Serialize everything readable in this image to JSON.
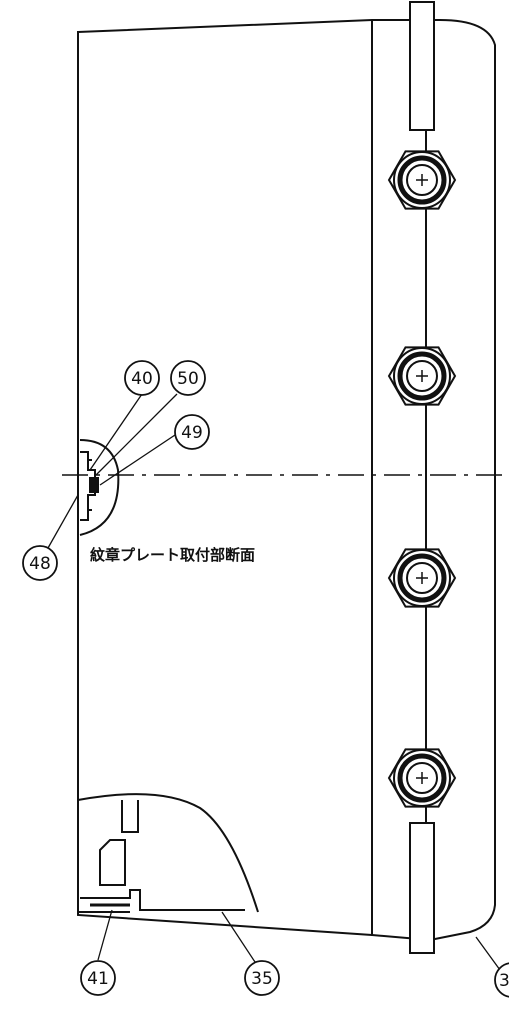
{
  "caption": "紋章プレート取付部断面",
  "callouts": {
    "c40": "40",
    "c50": "50",
    "c49": "49",
    "c48": "48",
    "c41": "41",
    "c35": "35",
    "c3": "3"
  }
}
